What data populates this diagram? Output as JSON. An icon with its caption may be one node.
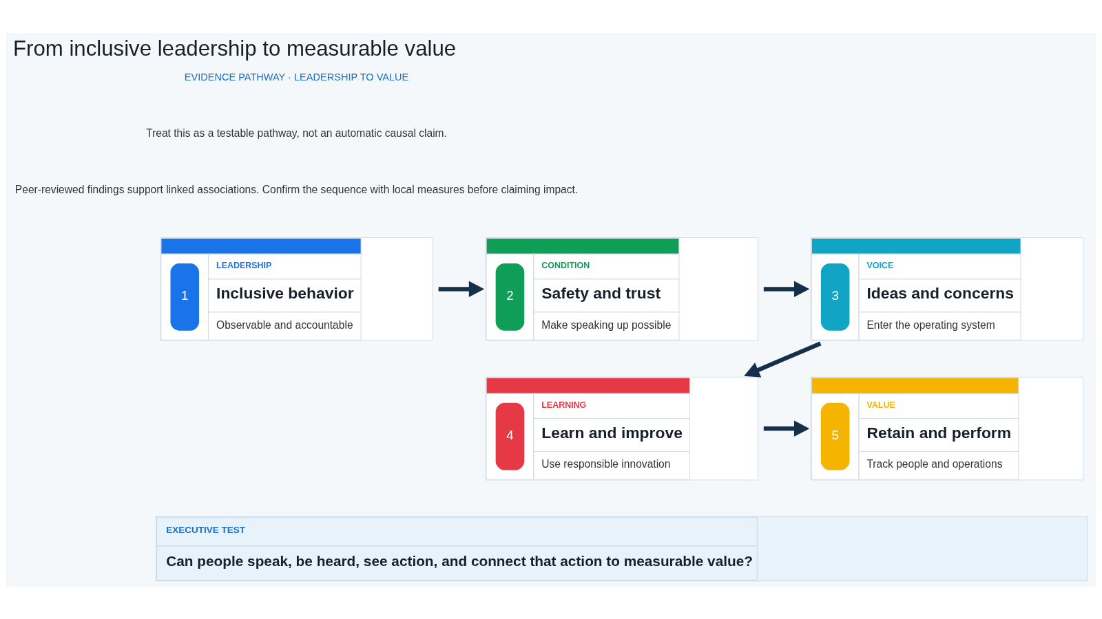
{
  "diagram": {
    "title": "From inclusive leadership to measurable value",
    "nodes": [
      {
        "text": [
          "1",
          "LEADERSHIP",
          "Inclusive behavior",
          "Observable and accountable"
        ]
      },
      {
        "text": [
          "2",
          "CONDITION",
          "Safety and trust",
          "Make speaking up possible"
        ]
      },
      {
        "text": [
          "3",
          "VOICE",
          "Ideas and concerns",
          "Enter the operating system"
        ]
      },
      {
        "text": [
          "4",
          "LEARNING",
          "Learn and improve",
          "Use responsible innovation"
        ]
      },
      {
        "text": [
          "5",
          "VALUE",
          "Retain and perform",
          "Track people and operations"
        ]
      },
      {
        "text": [
          "EXECUTIVE TEST",
          "Can people speak, be heard, see action, and connect that action to measurable value?"
        ]
      }
    ],
    "edges": [
      {
        "from": 0,
        "to": 1,
        "arrow": "to"
      },
      {
        "from": 1,
        "to": 2,
        "arrow": "to"
      },
      {
        "from": 2,
        "to": 3,
        "arrow": "to"
      },
      {
        "from": 3,
        "to": 4,
        "arrow": "to"
      }
    ],
    "labels": [
      "EVIDENCE PATHWAY · LEADERSHIP TO VALUE",
      "Treat this as a testable pathway, not an automatic causal claim.",
      "Peer-reviewed findings support linked associations. Confirm the sequence with local measures before claiming impact."
    ]
  }
}
